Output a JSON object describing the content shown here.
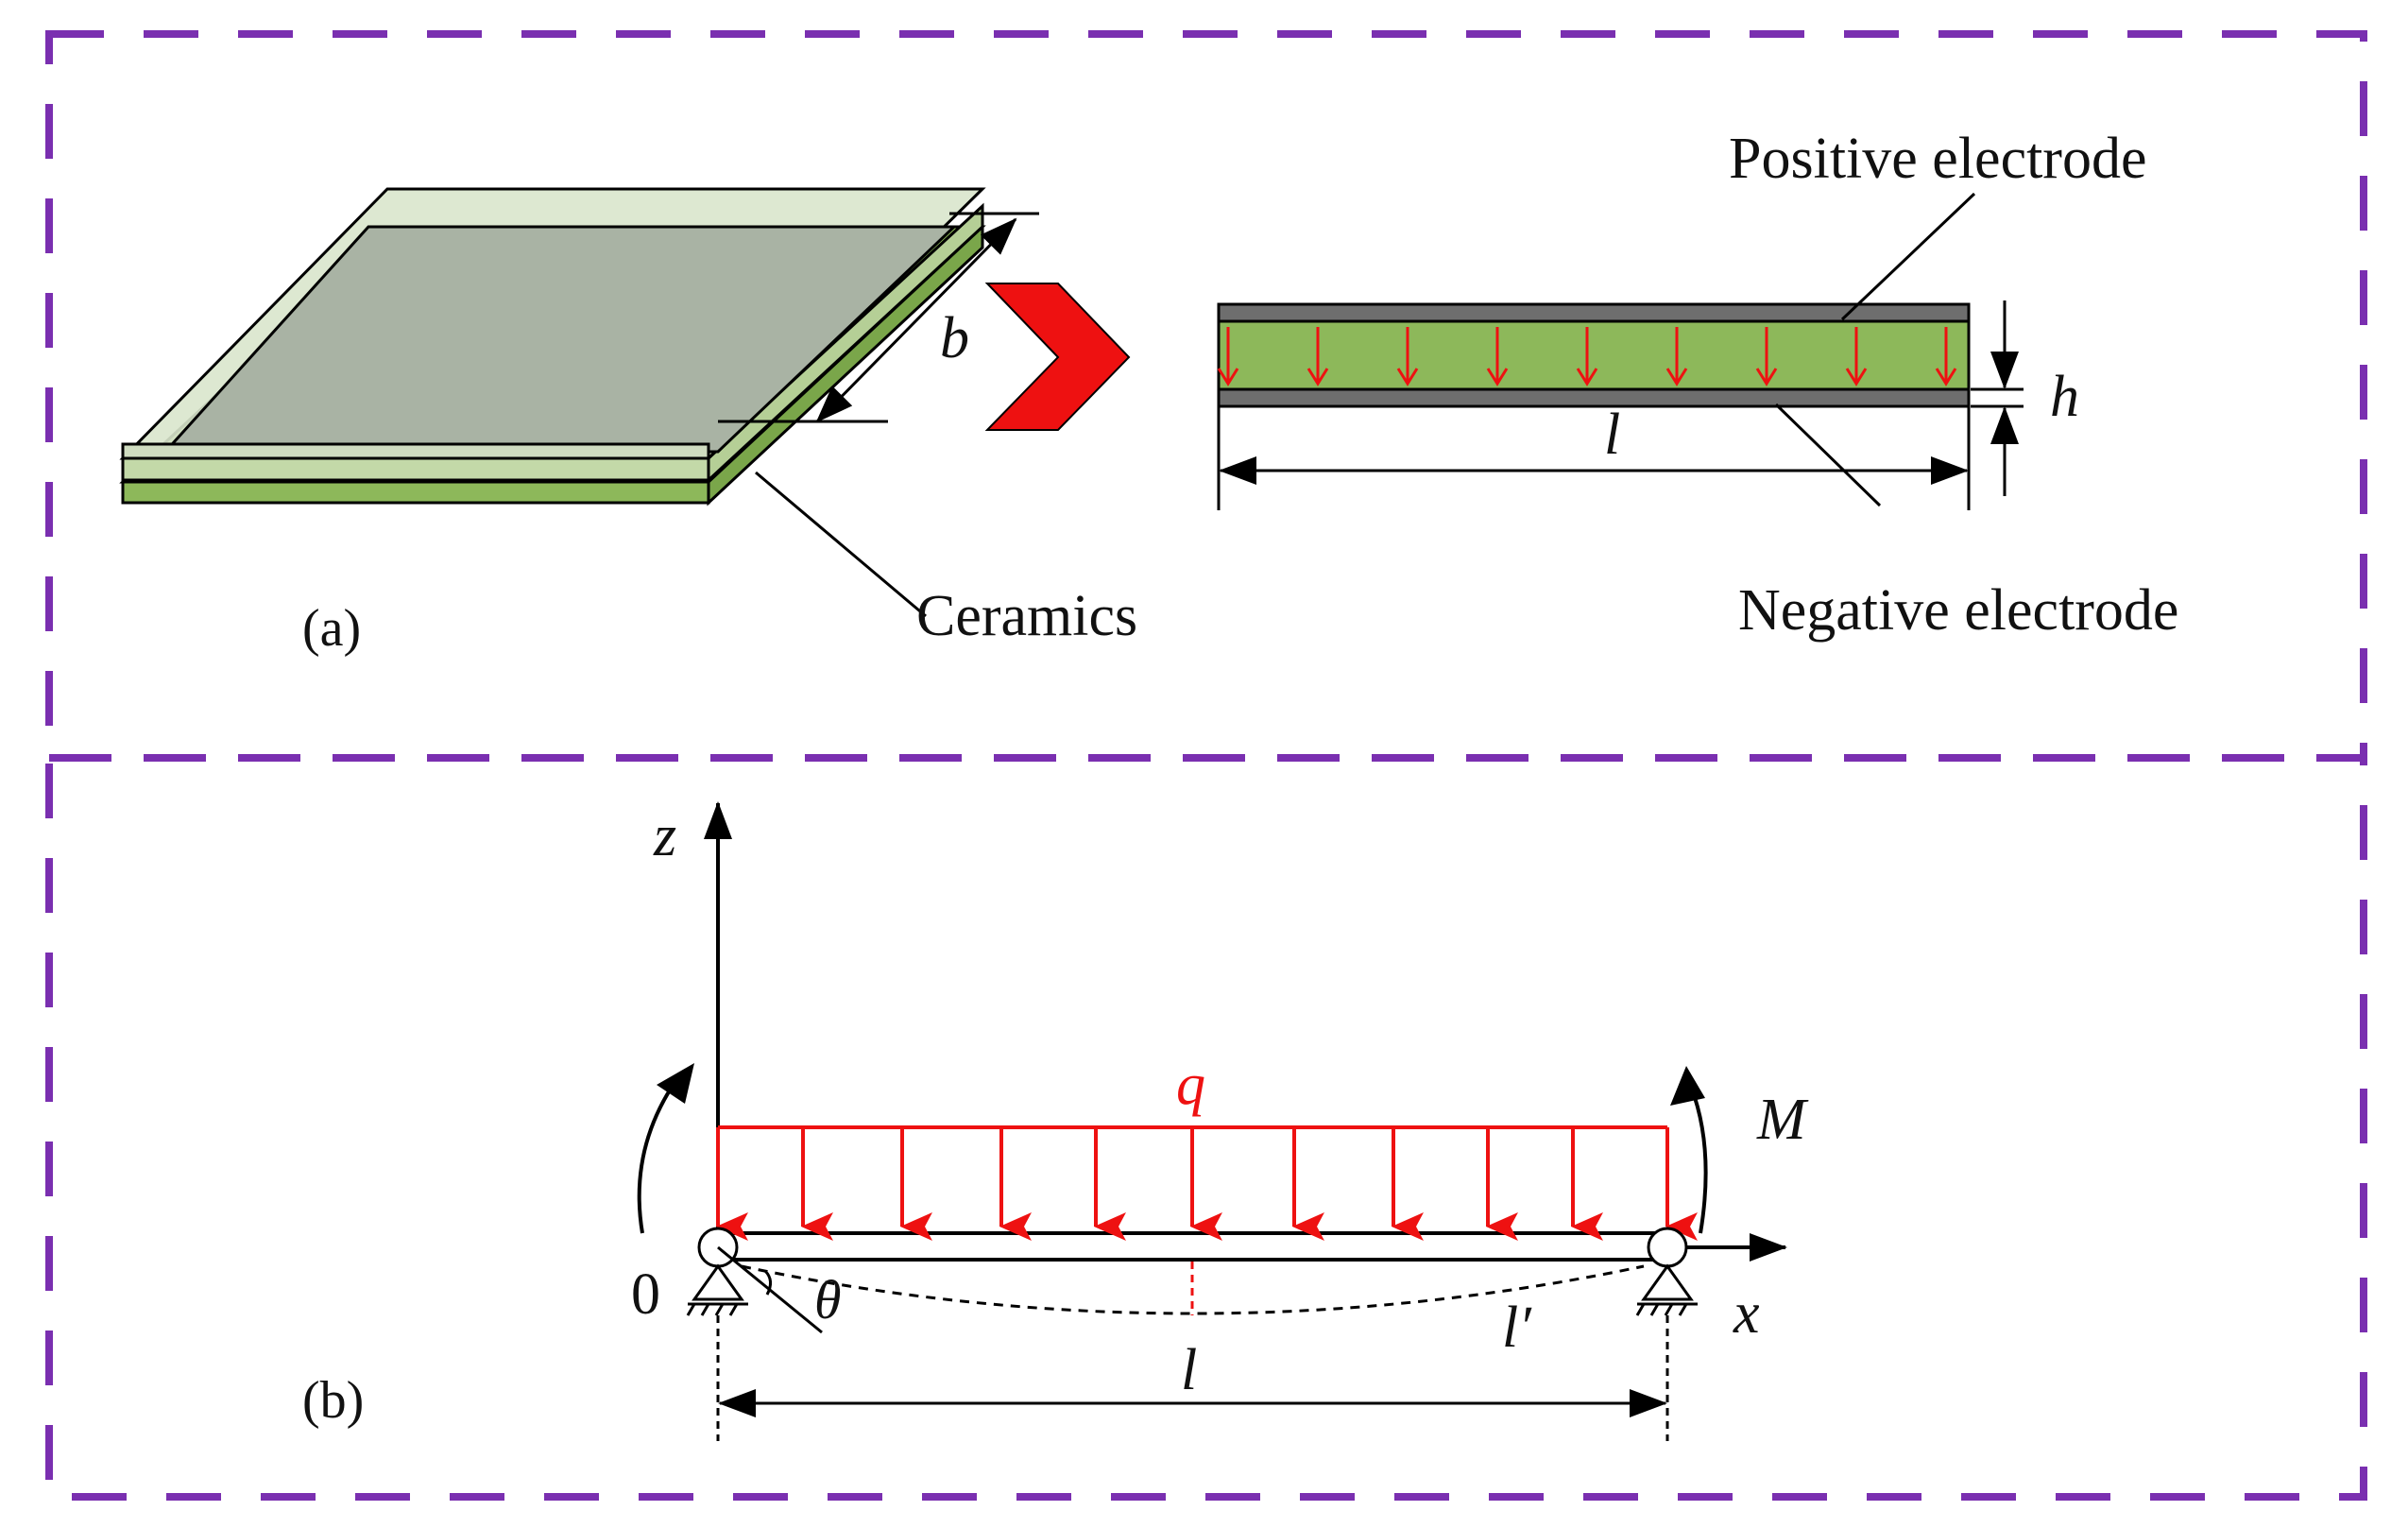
{
  "panel_a": {
    "label": "(a)",
    "positive_electrode": "Positive electrode",
    "negative_electrode": "Negative electrode",
    "ceramics": "Ceramics",
    "dim_b": "b",
    "dim_h": "h",
    "dim_l": "l"
  },
  "panel_b": {
    "label": "(b)",
    "axis_z": "z",
    "axis_x": "x",
    "origin": "0",
    "load_q": "q",
    "moment_m": "M",
    "angle_theta": "θ",
    "dim_l": "l",
    "dim_l_prime": "l′"
  },
  "colors": {
    "frame_dash": "#7a2fb0",
    "ceramic_green": "#8db85a",
    "electrode_gray": "#6e6e6e",
    "plate_gray": "#a9b3a4",
    "load_red": "#ee1111"
  }
}
